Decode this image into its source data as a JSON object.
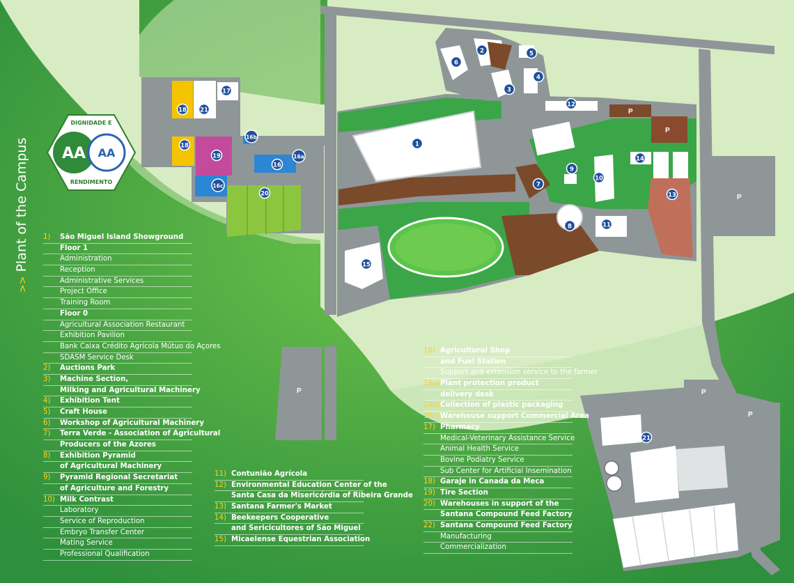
{
  "title": {
    "arrow": ">>",
    "text": "Plant of the Campus"
  },
  "logo": {
    "top_text": "DIGNIDADE E",
    "bottom_text": "RENDIMENTO",
    "mark_left": "AA",
    "mark_right": "AA"
  },
  "colors": {
    "grass": "#3a9a42",
    "road": "#8f9698",
    "building": "#ffffff",
    "yellow": "#f5c400",
    "magenta": "#c44a9e",
    "blue": "#2c86d3",
    "lime": "#8cc63f",
    "soil": "#7b4a2a",
    "marker": "#1f4f9c"
  },
  "markers": [
    "1",
    "2",
    "3",
    "4",
    "5",
    "6",
    "7",
    "8",
    "9",
    "10",
    "11",
    "12",
    "13",
    "14",
    "15",
    "16",
    "16a",
    "16b",
    "16c",
    "17",
    "18",
    "18",
    "19",
    "20",
    "21",
    "21"
  ],
  "parking_label": "P",
  "legend": {
    "col1": [
      {
        "n": "1)",
        "t": "São Miguel Island Showground",
        "h": true
      },
      {
        "n": "",
        "t": "Floor 1",
        "h": true
      },
      {
        "n": "",
        "t": "Administration",
        "h": false
      },
      {
        "n": "",
        "t": "Reception",
        "h": false
      },
      {
        "n": "",
        "t": "Administrative Services",
        "h": false
      },
      {
        "n": "",
        "t": "Project Office",
        "h": false
      },
      {
        "n": "",
        "t": "Training Room",
        "h": false
      },
      {
        "n": "",
        "t": "Floor 0",
        "h": true
      },
      {
        "n": "",
        "t": "Agricultural Association Restaurant",
        "h": false
      },
      {
        "n": "",
        "t": "Exhibition Pavilion",
        "h": false
      },
      {
        "n": "",
        "t": "Bank Caixa Crédito Agrícola Mútuo do Açores",
        "h": false
      },
      {
        "n": "",
        "t": "SDASM Service Desk",
        "h": false
      },
      {
        "n": "2)",
        "t": "Auctions Park",
        "h": true
      },
      {
        "n": "3)",
        "t": "Machine Section,",
        "h": true
      },
      {
        "n": "",
        "t": "Milking and Agricultural Machinery",
        "h": true
      },
      {
        "n": "4)",
        "t": "Exhibition Tent",
        "h": true
      },
      {
        "n": "5)",
        "t": "Craft House",
        "h": true
      },
      {
        "n": "6)",
        "t": "Workshop of Agricultural Machinery",
        "h": true
      },
      {
        "n": "7)",
        "t": "Terra Verde - Association of Agricultural",
        "h": true
      },
      {
        "n": "",
        "t": "Producers of the Azores",
        "h": true
      },
      {
        "n": "8)",
        "t": "Exhibition Pyramid",
        "h": true
      },
      {
        "n": "",
        "t": "of Agricultural Machinery",
        "h": true
      },
      {
        "n": "9)",
        "t": "Pyramid Regional Secretariat",
        "h": true
      },
      {
        "n": "",
        "t": "of Agriculture and Forestry",
        "h": true
      },
      {
        "n": "10)",
        "t": "Milk Contrast",
        "h": true
      },
      {
        "n": "",
        "t": "Laboratory",
        "h": false
      },
      {
        "n": "",
        "t": "Service of Reproduction",
        "h": false
      },
      {
        "n": "",
        "t": "Embryo Transfer Center",
        "h": false
      },
      {
        "n": "",
        "t": "Mating Service",
        "h": false
      },
      {
        "n": "",
        "t": "Professional Qualification",
        "h": false
      }
    ],
    "col2": [
      {
        "n": "11)",
        "t": "Contunião Agrícola",
        "h": true
      },
      {
        "n": "12)",
        "t": "Environmental Education Center of the",
        "h": true
      },
      {
        "n": "",
        "t": "Santa Casa da Misericórdia of Ribeira Grande",
        "h": true
      },
      {
        "n": "13)",
        "t": "Santana Farmer's Market",
        "h": true
      },
      {
        "n": "14)",
        "t": "Beekeepers Cooperative",
        "h": true
      },
      {
        "n": "",
        "t": "and Sericicultores of São Miguel",
        "h": true
      },
      {
        "n": "15)",
        "t": "Micaelense Equestrian Association",
        "h": true
      }
    ],
    "col3": [
      {
        "n": "16)",
        "t": "Agricultural Shop",
        "h": true
      },
      {
        "n": "",
        "t": "and Fuel Station",
        "h": true
      },
      {
        "n": "",
        "t": "Support and extension service to the farmer",
        "h": false
      },
      {
        "n": "16a)",
        "t": "Plant protection product",
        "h": true
      },
      {
        "n": "",
        "t": "delivery desk",
        "h": true
      },
      {
        "n": "16b)",
        "t": "Collection of plastic packaging",
        "h": true
      },
      {
        "n": "16c)",
        "t": "Warehouse support Commercial Area",
        "h": true
      },
      {
        "n": "17)",
        "t": "Pharmacy",
        "h": true
      },
      {
        "n": "",
        "t": "Medical-Veterinary Assistance Service",
        "h": false
      },
      {
        "n": "",
        "t": "Animal Health Service",
        "h": false
      },
      {
        "n": "",
        "t": "Bovine Podiatry Service",
        "h": false
      },
      {
        "n": "",
        "t": "Sub Center for Artificial Insemination",
        "h": false
      },
      {
        "n": "18)",
        "t": "Garaje in Canada da Meca",
        "h": true
      },
      {
        "n": "19)",
        "t": "Tire Section",
        "h": true
      },
      {
        "n": "20)",
        "t": "Warehouses in support of the",
        "h": true
      },
      {
        "n": "",
        "t": "Santana Compound Feed Factory",
        "h": true
      },
      {
        "n": "22)",
        "t": "Santana Compound Feed Factory",
        "h": true
      },
      {
        "n": "",
        "t": "Manufacturing",
        "h": false
      },
      {
        "n": "",
        "t": "Commercialization",
        "h": false
      }
    ]
  }
}
